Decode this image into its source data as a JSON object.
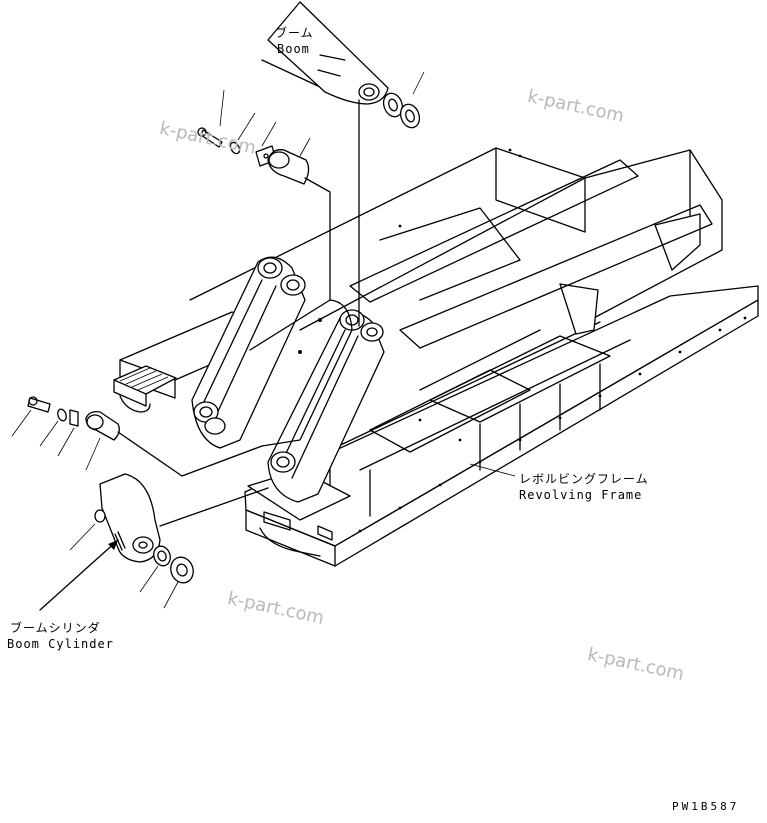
{
  "labels": {
    "boom_jp": "ブーム",
    "boom_en": "Boom",
    "frame_jp": "レボルビングフレーム",
    "frame_en": "Revolving Frame",
    "cyl_jp": "ブームシリンダ",
    "cyl_en": "Boom Cylinder"
  },
  "watermarks": [
    "k-part.com",
    "k-part.com",
    "k-part.com",
    "k-part.com"
  ],
  "drawing_code": "PW1B587"
}
